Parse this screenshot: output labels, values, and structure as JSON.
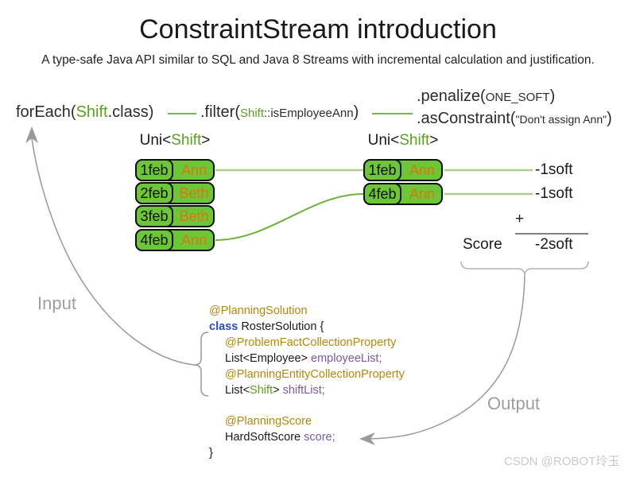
{
  "title": "ConstraintStream introduction",
  "subtitle": "A type-safe Java API similar to SQL and Java 8 Streams with incremental calculation and justification.",
  "flow": {
    "foreach": {
      "pre": "forEach(",
      "type": "Shift",
      "post": ".class)"
    },
    "filter": {
      "pre": ".filter(",
      "type": "Shift",
      "arg": "::isEmployeeAnn",
      "close": ")"
    },
    "penalize": {
      "pre": ".penalize(",
      "arg": "ONE_SOFT",
      "close": ")"
    },
    "as_constraint": {
      "pre": ".asConstraint(",
      "arg": "\"Don't assign Ann\"",
      "close": ")"
    }
  },
  "uni_left": {
    "title_pre": "Uni<",
    "title_type": "Shift",
    "title_post": ">",
    "rows": [
      {
        "date": "1feb",
        "name": "Ann"
      },
      {
        "date": "2feb",
        "name": "Beth"
      },
      {
        "date": "3feb",
        "name": "Beth"
      },
      {
        "date": "4feb",
        "name": "Ann"
      }
    ]
  },
  "uni_right": {
    "title_pre": "Uni<",
    "title_type": "Shift",
    "title_post": ">",
    "rows": [
      {
        "date": "1feb",
        "name": "Ann"
      },
      {
        "date": "4feb",
        "name": "Ann"
      }
    ]
  },
  "results": {
    "penalties": [
      "-1soft",
      "-1soft"
    ],
    "plus_sign": "+",
    "score_label": "Score",
    "total": "-2soft"
  },
  "labels": {
    "input": "Input",
    "output": "Output"
  },
  "code": {
    "annotation_solution": "@PlanningSolution",
    "kw_class": "class",
    "class_decl": " RosterSolution {",
    "annotation_problem_fact": "@ProblemFactCollectionProperty",
    "employee_type": "List<Employee> ",
    "employee_field": "employeeList;",
    "annotation_planning_entity": "@PlanningEntityCollectionProperty",
    "shift_type_pre": "List<",
    "shift_type": "Shift",
    "shift_type_post": "> ",
    "shift_field": "shiftList;",
    "annotation_score": "@PlanningScore",
    "score_type": "HardSoftScore ",
    "score_field": "score;",
    "closing_brace": "}"
  },
  "watermark": "CSDN @ROBOT玲玉",
  "colors": {
    "cell_green": "#6cc637",
    "type_green": "#5aa21e",
    "employee_orange": "#e0750f",
    "annotation_gold": "#b8860b",
    "keyword_blue": "#2b50b4",
    "field_purple": "#7e57a5",
    "connector_pale_green": "#aacf8c",
    "connector_green": "#74b843",
    "arrow_gray": "#999999"
  }
}
